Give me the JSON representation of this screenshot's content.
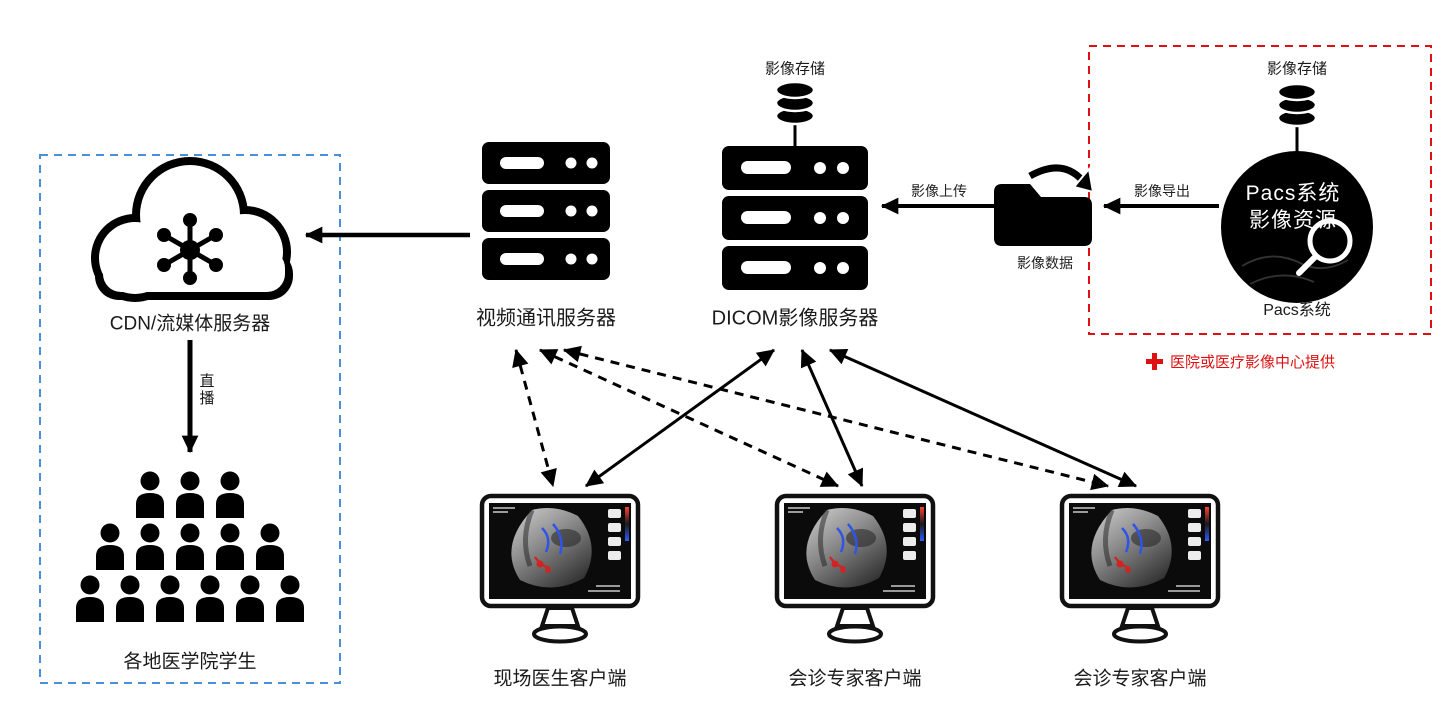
{
  "colors": {
    "accent_red": "#dd1111",
    "accent_blue": "#4a90d9",
    "ink": "#000000"
  },
  "pacs_group": {
    "storage_label": "影像存储",
    "system_name_line1": "Pacs系统",
    "system_name_line2": "影像资源",
    "caption": "Pacs系统",
    "provider_note": "医院或医疗影像中心提供"
  },
  "dicom_server": {
    "storage_label": "影像存储",
    "label": "DICOM影像服务器"
  },
  "video_server": {
    "label": "视频通讯服务器"
  },
  "cdn": {
    "label": "CDN/流媒体服务器",
    "broadcast_label": "直播"
  },
  "students": {
    "label": "各地医学院学生"
  },
  "data_flow": {
    "export_label": "影像导出",
    "data_label": "影像数据",
    "upload_label": "影像上传"
  },
  "clients": [
    {
      "label": "现场医生客户端"
    },
    {
      "label": "会诊专家客户端"
    },
    {
      "label": "会诊专家客户端"
    }
  ]
}
